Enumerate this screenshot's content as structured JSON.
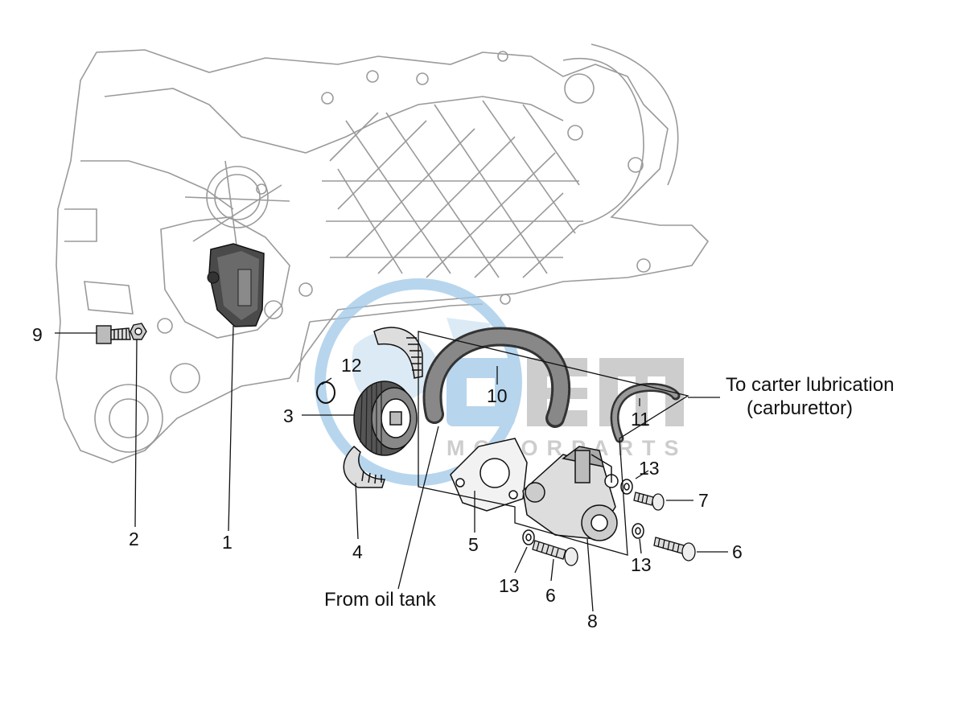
{
  "diagram": {
    "part_labels": {
      "p1": "1",
      "p2": "2",
      "p3": "3",
      "p4": "4",
      "p5": "5",
      "p6a": "6",
      "p6b": "6",
      "p7": "7",
      "p8": "8",
      "p9": "9",
      "p10": "10",
      "p11": "11",
      "p12": "12",
      "p13a": "13",
      "p13b": "13",
      "p13c": "13"
    },
    "annotations": {
      "to_carter_line1": "To carter lubrication",
      "to_carter_line2": "(carburettor)",
      "from_oil_tank": "From oil tank"
    }
  },
  "watermark": {
    "logo_text": "OEM",
    "sub_text": "MOTORPARTS",
    "colors": {
      "blue": "#9fc8e8",
      "gray": "#bdbdbd"
    }
  }
}
